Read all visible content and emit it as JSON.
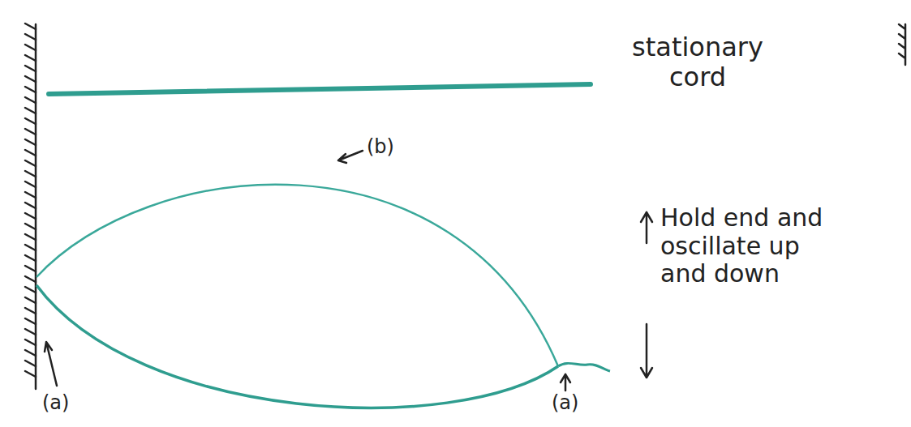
{
  "diagram": {
    "labels": [
      "stationary cord",
      "(b)",
      "(a)",
      "(a)",
      "Hold end and oscillate up and down"
    ]
  }
}
